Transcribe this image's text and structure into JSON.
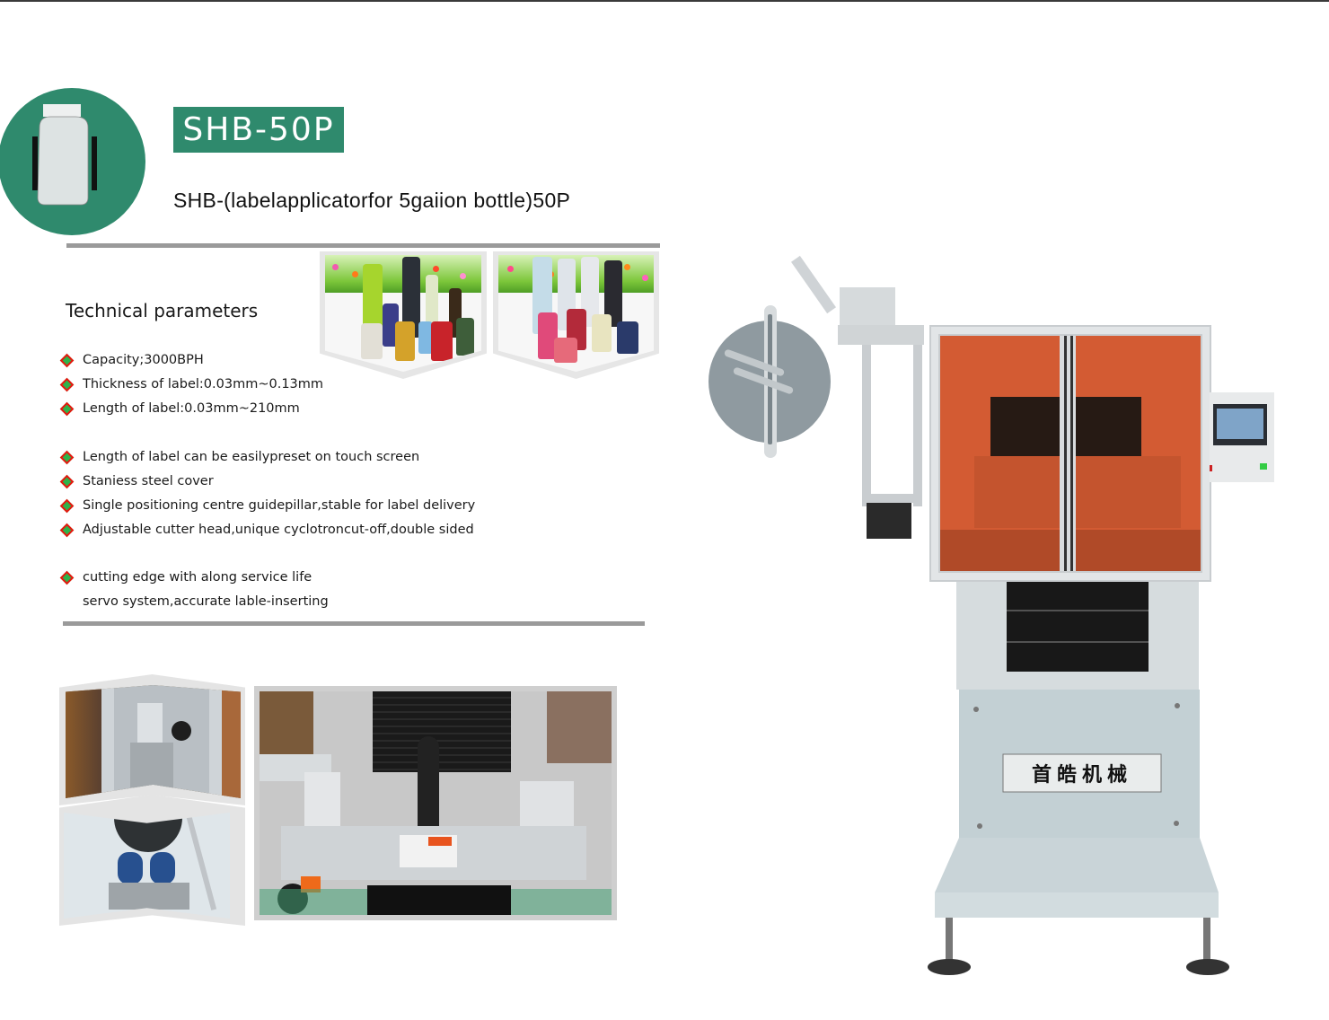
{
  "header": {
    "model": "SHB-50P",
    "subtitle": "SHB-(labelapplicatorfor 5gaiion bottle)50P",
    "logo_icon": "bottle-icon",
    "brand_color": "#2f8a6d"
  },
  "technical": {
    "title": "Technical parameters",
    "bullet_colors": {
      "fill": "#2fb34a",
      "border": "#e8160f"
    },
    "group1": [
      "Capacity;3000BPH",
      "Thickness of label:0.03mm~0.13mm",
      "Length of label:0.03mm~210mm"
    ],
    "group2": [
      "Length of label can be easilypreset on touch screen",
      "Staniess steel cover",
      "Single positioning centre guidepillar,stable for label delivery",
      "Adjustable cutter head,unique cyclotroncut-off,double sided"
    ],
    "group3": [
      "cutting edge with along service life",
      "servo system,accurate lable-inserting"
    ]
  },
  "images": {
    "product_samples": [
      "jars-and-bottles-photo",
      "plastic-bottles-photo"
    ],
    "details": [
      "servo-motor-detail-photo",
      "roller-detail-photo",
      "cutter-head-detail-photo"
    ],
    "machine": "sleeve-label-machine-photo"
  },
  "machine": {
    "nameplate": "首皓机械",
    "panel_color": "#d65c34"
  }
}
